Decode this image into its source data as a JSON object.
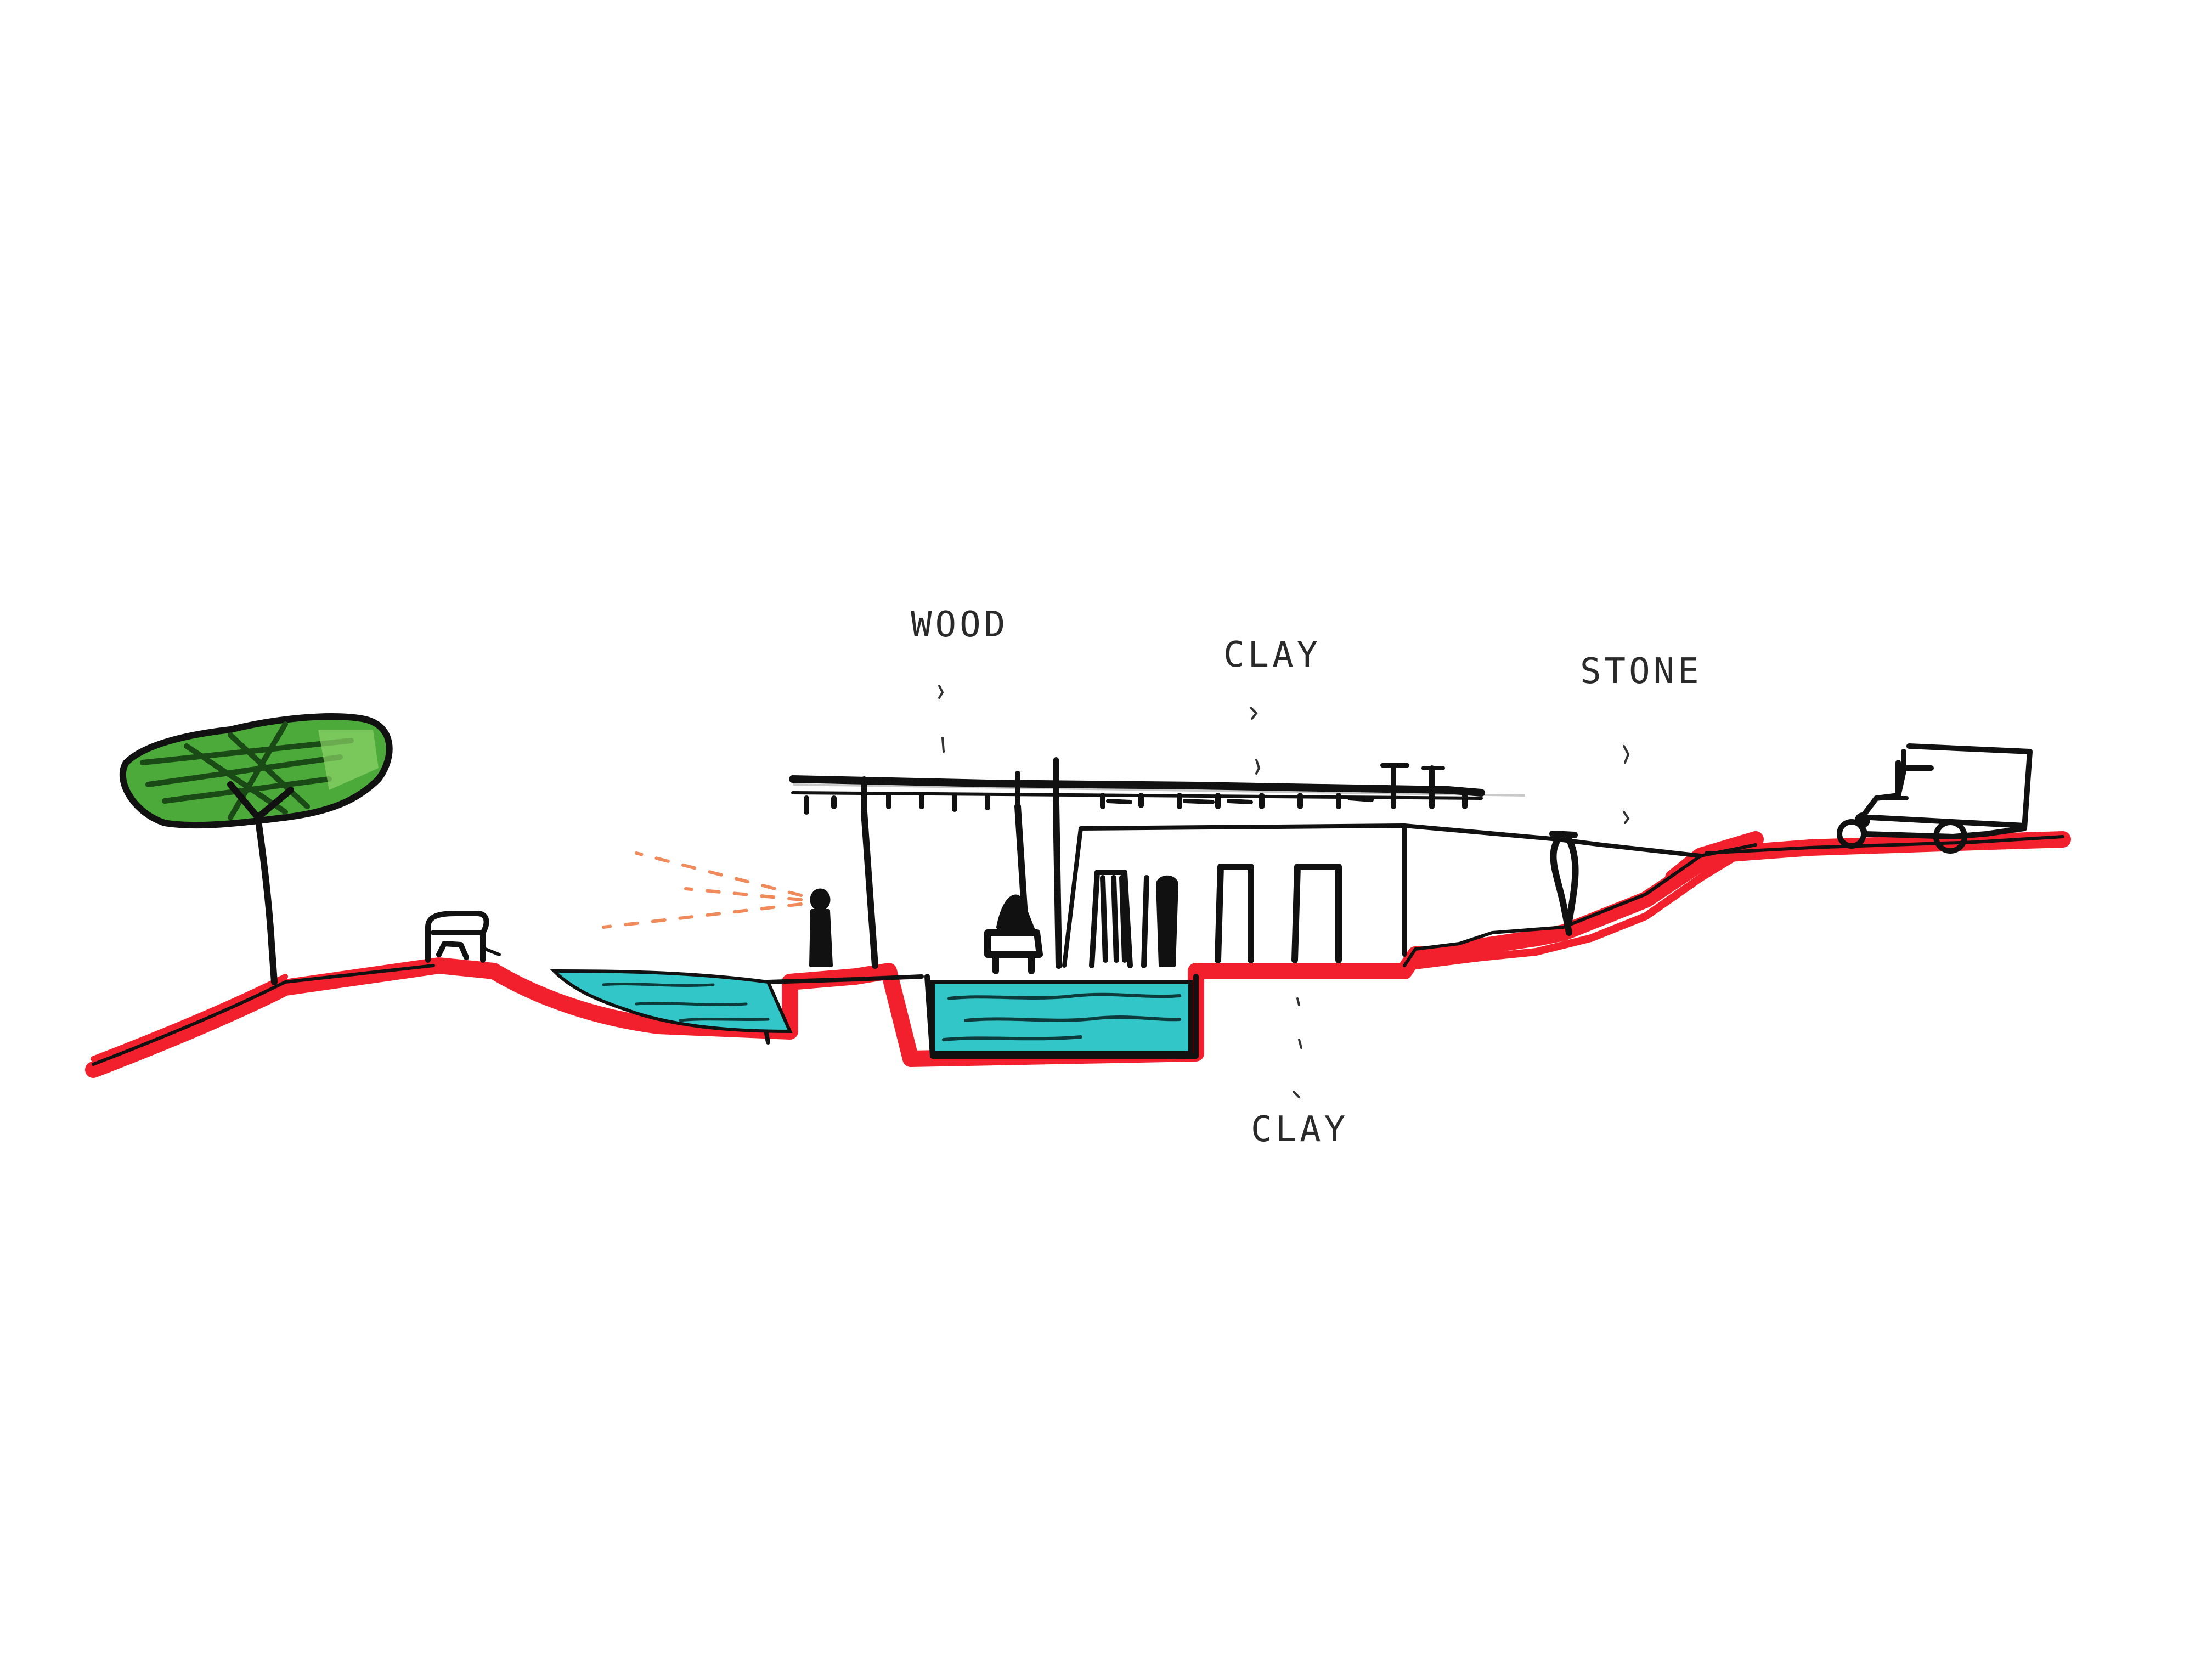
{
  "labels": {
    "wood": "WOOD",
    "clay_roof": "CLAY",
    "stone": "STONE",
    "clay_below": "CLAY"
  },
  "colors": {
    "ground": "#f1202c",
    "water": "#33c6c9",
    "tree_canopy": "#4caa3a",
    "ink": "#111111",
    "light_rays": "#f08a5a"
  },
  "icons": {
    "tree": "tree-icon",
    "bench": "bench-icon",
    "person": "person-icon",
    "truck": "truck-icon"
  }
}
